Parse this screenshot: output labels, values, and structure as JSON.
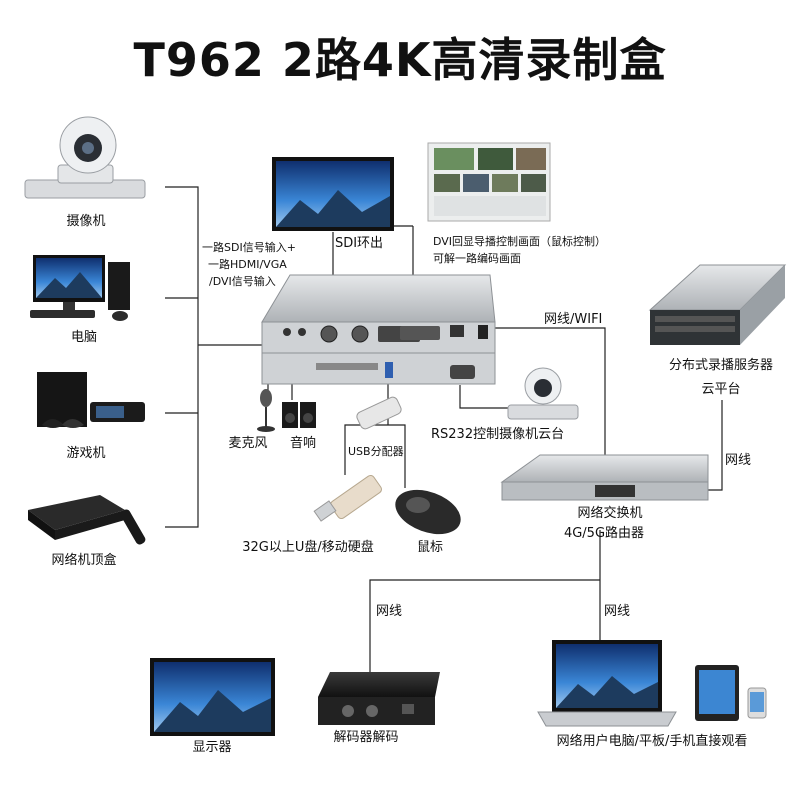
{
  "title": "T962 2路4K高清录制盒",
  "inputs": {
    "camera": "摄像机",
    "computer": "电脑",
    "game": "游戏机",
    "settop": "网络机顶盒",
    "signal_note_1": "一路SDI信号输入+",
    "signal_note_2": "一路HDMI/VGA",
    "signal_note_3": "/DVI信号输入"
  },
  "outputs": {
    "sdi_out": "SDI环出",
    "dvi_line1": "DVI回显导播控制画面（鼠标控制）",
    "dvi_line2": "可解一路编码画面"
  },
  "peripherals": {
    "mic": "麦克风",
    "speaker": "音响",
    "usb_hub": "USB分配器",
    "udisk": "32G以上U盘/移动硬盘",
    "mouse": "鼠标",
    "rs232": "RS232控制摄像机云台"
  },
  "network": {
    "net_wifi": "网线/WIFI",
    "server_line1": "分布式录播服务器",
    "server_line2": "云平台",
    "cable_right": "网线",
    "switch_line1": "网络交换机",
    "switch_line2": "4G/5G路由器",
    "cable_left": "网线",
    "cable_bottom_right": "网线",
    "display": "显示器",
    "decoder": "解码器解码",
    "viewers": "网络用户电脑/平板/手机直接观看"
  },
  "colors": {
    "line": "#222222",
    "screen_sky": "#2a6fc4",
    "mountain": "#1d3b5e",
    "device_silver": "#c9ccd0",
    "device_dark": "#2b2b2b"
  }
}
